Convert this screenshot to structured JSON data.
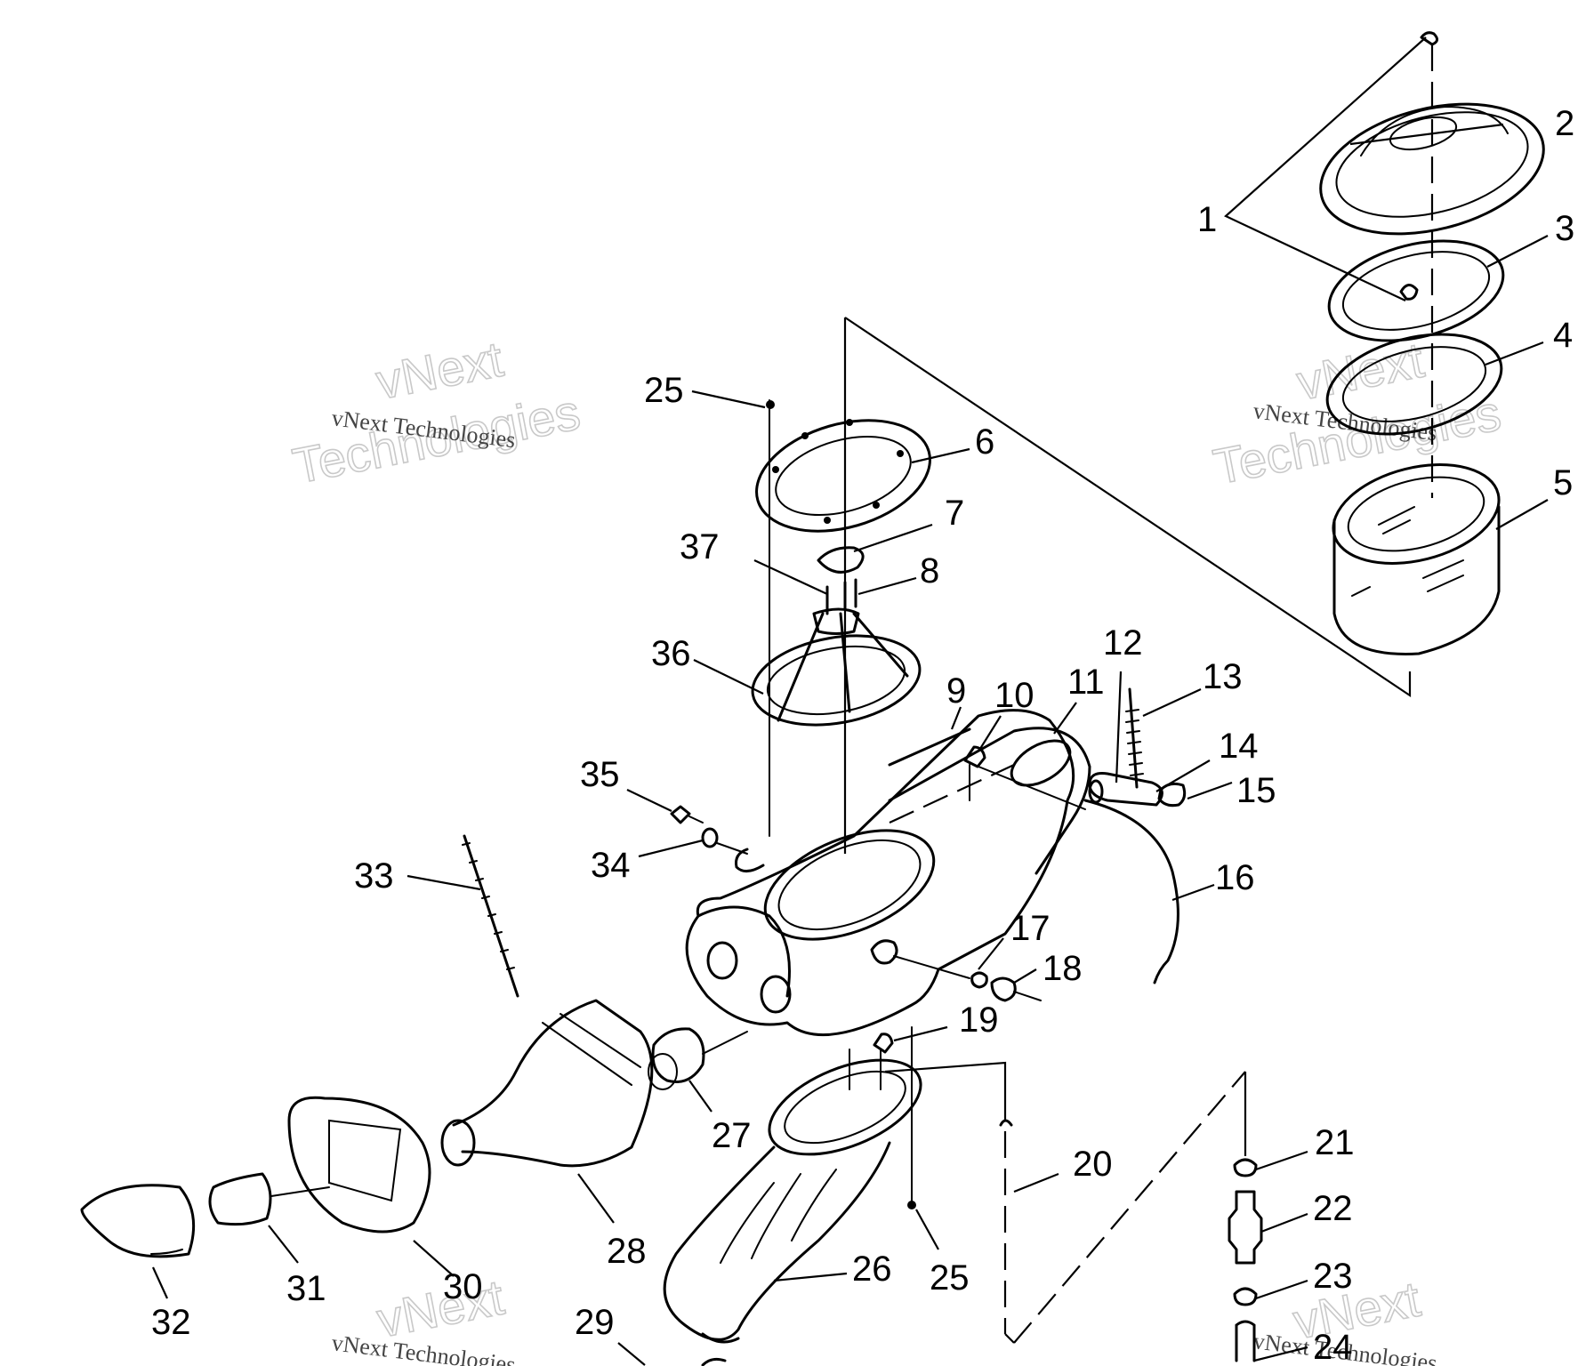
{
  "labels": [
    "1",
    "2",
    "3",
    "4",
    "5",
    "6",
    "7",
    "8",
    "9",
    "10",
    "11",
    "12",
    "13",
    "14",
    "15",
    "16",
    "17",
    "18",
    "19",
    "20",
    "21",
    "22",
    "23",
    "24",
    "25",
    "26",
    "27",
    "28",
    "29",
    "30",
    "31",
    "32",
    "33",
    "34",
    "35",
    "36",
    "37"
  ],
  "watermark": {
    "big_line1": "vNext",
    "big_line2": "Technologies",
    "small": "vNext Technologies"
  }
}
